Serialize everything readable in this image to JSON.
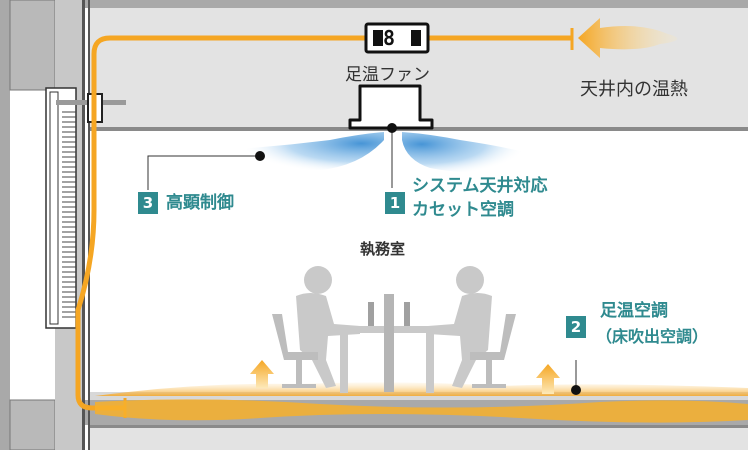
{
  "labels": {
    "fan": "足温ファン",
    "ceiling_heat": "天井内の温熱",
    "room": "執務室",
    "fan_symbol": "8"
  },
  "items": [
    {
      "number": "1",
      "line1": "システム天井対応",
      "line2": "カセット空調"
    },
    {
      "number": "2",
      "line1": "足温空調",
      "line2": "（床吹出空調）"
    },
    {
      "number": "3",
      "line1": "高顕制御"
    }
  ],
  "colors": {
    "teal": "#2f8a8f",
    "orange": "#f5a623",
    "slab": "#a9a9a9",
    "ceiling_space": "#e3e3e3",
    "cool_air": "#4a9fd8"
  }
}
